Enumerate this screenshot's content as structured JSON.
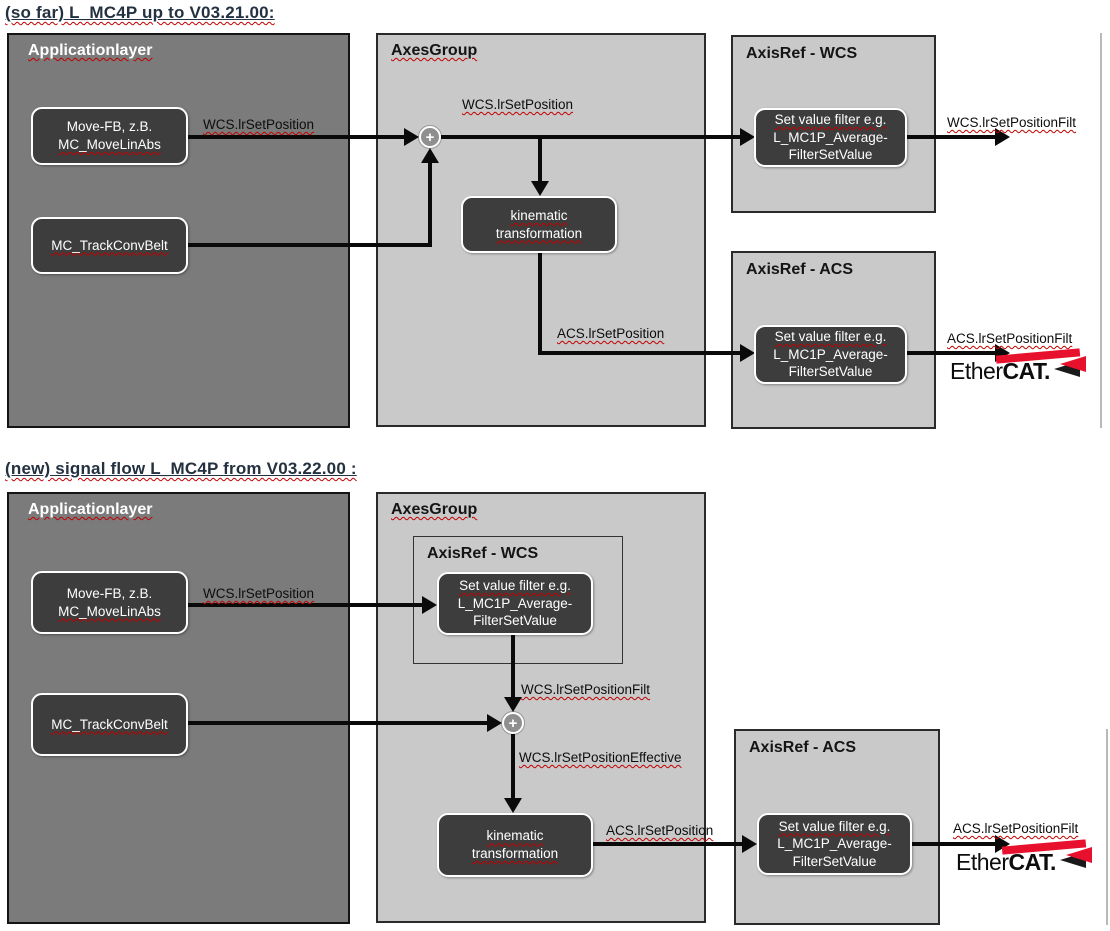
{
  "colors": {
    "app_bg": "#7b7b7b",
    "group_bg": "#c9c9c9",
    "node_bg": "#3d3d3d",
    "wire": "#0a0a0a",
    "wavy": "#c00000",
    "title_col": "#233140",
    "ecred": "#e8112d"
  },
  "diagram_old": {
    "title": "(so far) L_MC4P up to V03.21.00:",
    "application_layer": {
      "title": "Applicationlayer",
      "move_fb_line1": "Move-FB, z.B.",
      "move_fb_line2": "MC_MoveLinAbs",
      "track_conv_belt": "MC_TrackConvBelt",
      "out_label": "WCS.lrSetPosition"
    },
    "axes_group": {
      "title": "AxesGroup",
      "wcs_label": "WCS.lrSetPosition",
      "sum": "+",
      "kinematic_line1": "kinematic",
      "kinematic_line2": "transformation",
      "acs_label": "ACS.lrSetPosition"
    },
    "axis_ref_wcs": {
      "title": "AxisRef - WCS",
      "filter_line1": "Set value filter e.g.",
      "filter_line2": "L_MC1P_Average-",
      "filter_line3": "FilterSetValue",
      "out_label": "WCS.lrSetPositionFilt"
    },
    "axis_ref_acs": {
      "title": "AxisRef - ACS",
      "filter_line1": "Set value filter e.g.",
      "filter_line2": "L_MC1P_Average-",
      "filter_line3": "FilterSetValue",
      "out_label": "ACS.lrSetPositionFilt"
    },
    "ethercat_normal": "Ether",
    "ethercat_bold": "CAT."
  },
  "diagram_new": {
    "title": "(new) signal flow L_MC4P from V03.22.00 :",
    "application_layer": {
      "title": "Applicationlayer",
      "move_fb_line1": "Move-FB, z.B.",
      "move_fb_line2": "MC_MoveLinAbs",
      "track_conv_belt": "MC_TrackConvBelt",
      "out_label": "WCS.lrSetPosition"
    },
    "axes_group": {
      "title": "AxesGroup",
      "axis_ref_wcs_title": "AxisRef - WCS",
      "filter_line1": "Set value filter e.g.",
      "filter_line2": "L_MC1P_Average-",
      "filter_line3": "FilterSetValue",
      "filt_label": "WCS.lrSetPositionFilt",
      "sum": "+",
      "effective_label": "WCS.lrSetPositionEffective",
      "kinematic_line1": "kinematic",
      "kinematic_line2": "transformation",
      "acs_label": "ACS.lrSetPosition"
    },
    "axis_ref_acs": {
      "title": "AxisRef - ACS",
      "filter_line1": "Set value filter e.g.",
      "filter_line2": "L_MC1P_Average-",
      "filter_line3": "FilterSetValue",
      "out_label": "ACS.lrSetPositionFilt"
    },
    "ethercat_normal": "Ether",
    "ethercat_bold": "CAT."
  }
}
